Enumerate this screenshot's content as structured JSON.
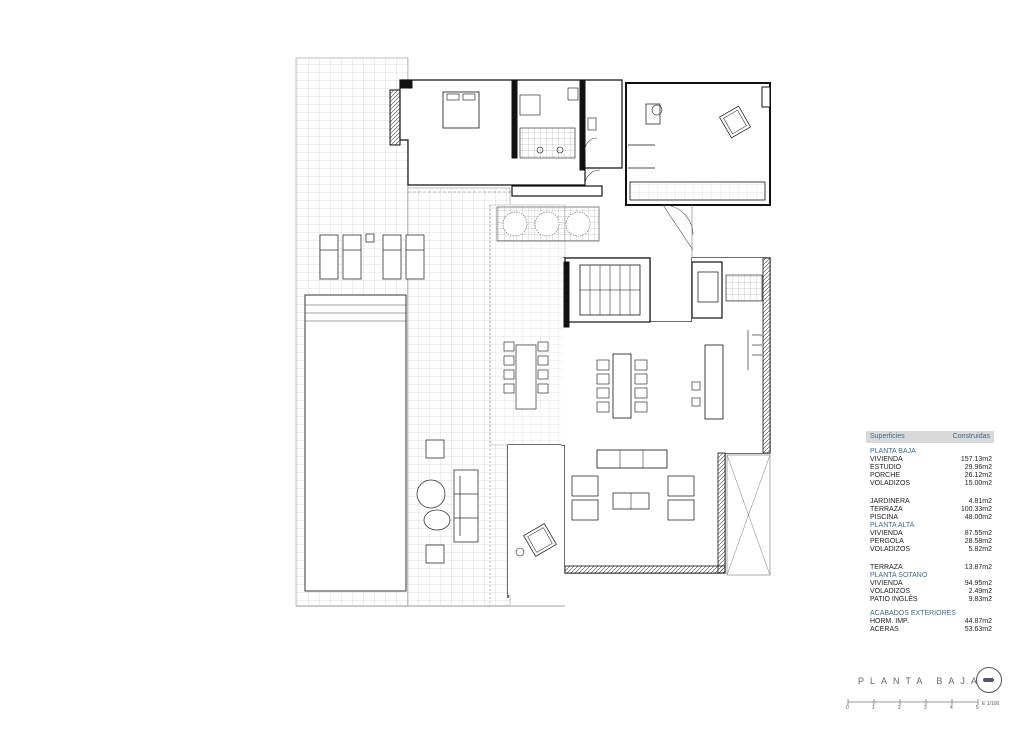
{
  "drawing": {
    "title": "PLANTA BAJA",
    "scale_label": "E 1/100",
    "scale_ticks": [
      "0",
      "1",
      "2",
      "3",
      "4",
      "5"
    ],
    "colors": {
      "wall": "#111111",
      "line": "#555555",
      "grid": "#bbbbbb",
      "accent": "#3d6b8a",
      "table_header_bg": "#d9d9d9"
    }
  },
  "surfaces_table": {
    "header": {
      "col1": "Superficies",
      "col2": "Construidas"
    },
    "sections": [
      {
        "title": "PLANTA BAJA",
        "rows": [
          {
            "label": "VIVIENDA",
            "value": "157.13m2"
          },
          {
            "label": "ESTUDIO",
            "value": "29.96m2"
          },
          {
            "label": "PORCHE",
            "value": "26.12m2"
          },
          {
            "label": "VOLADIZOS",
            "value": "15.00m2"
          }
        ]
      },
      {
        "title": "",
        "rows": [
          {
            "label": "JARDINERA",
            "value": "4.81m2"
          },
          {
            "label": "TERRAZA",
            "value": "100.33m2"
          },
          {
            "label": "PISCINA",
            "value": "48.00m2"
          }
        ]
      },
      {
        "title": "PLANTA ALTA",
        "rows": [
          {
            "label": "VIVIENDA",
            "value": "87.55m2"
          },
          {
            "label": "PERGOLA",
            "value": "28.58m2"
          },
          {
            "label": "VOLADIZOS",
            "value": "5.82m2"
          }
        ]
      },
      {
        "title": "",
        "rows": [
          {
            "label": "TERRAZA",
            "value": "13.87m2"
          }
        ]
      },
      {
        "title": "PLANTA SOTANO",
        "rows": [
          {
            "label": "VIVIENDA",
            "value": "94.95m2"
          },
          {
            "label": "VOLADIZOS",
            "value": "2.49m2"
          },
          {
            "label": "PATIO INGLÉS",
            "value": "9.83m2"
          }
        ]
      },
      {
        "title": "ACABADOS EXTERIORES",
        "rows": [
          {
            "label": "HORM. IMP.",
            "value": "44.87m2"
          },
          {
            "label": "ACERAS",
            "value": "53.63m2"
          }
        ]
      }
    ]
  }
}
